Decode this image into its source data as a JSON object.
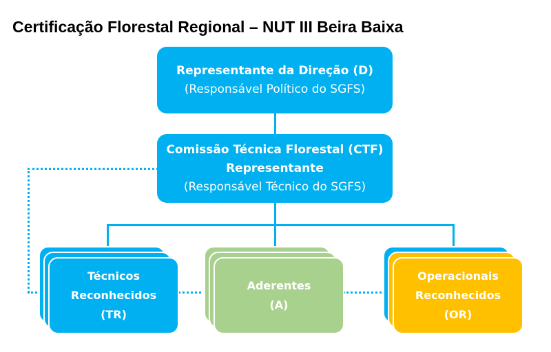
{
  "title": "Certificação Florestal Regional – NUT III Beira Baixa",
  "nodes": {
    "direcao": {
      "line1": "Representante da Direção (D)",
      "line2": "(Responsável Político do SGFS)"
    },
    "ctf": {
      "line1": "Comissão Técnica Florestal (CTF)",
      "line2": "Representante",
      "line3": "(Responsável Técnico do SGFS)"
    },
    "tr": {
      "line1": "Técnicos",
      "line2": "Reconhecidos",
      "line3": "(TR)"
    },
    "a": {
      "line1": "Aderentes",
      "line2": "(A)"
    },
    "or": {
      "line1": "Operacionais",
      "line2": "Reconhecidos",
      "line3": "(OR)"
    }
  },
  "colors": {
    "blue": "#00B0F0",
    "green": "#A9D18E",
    "orange": "#FFC000"
  }
}
